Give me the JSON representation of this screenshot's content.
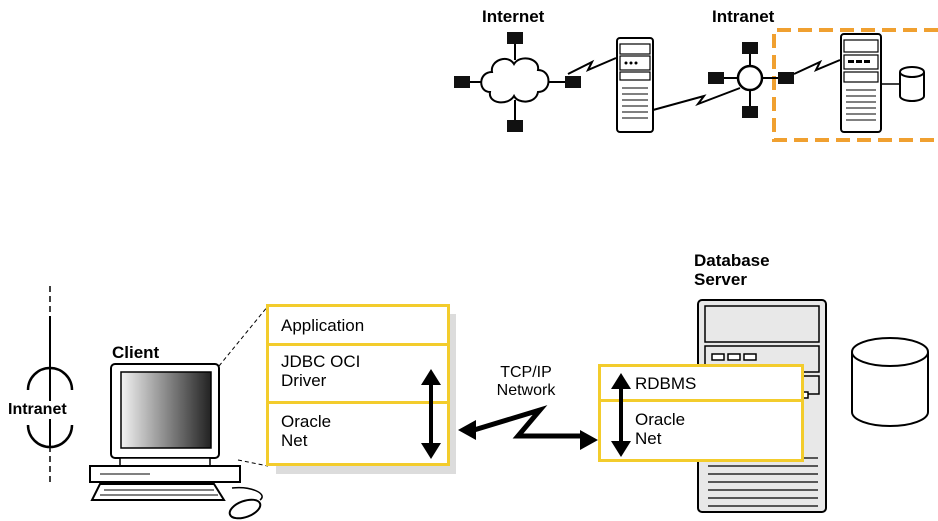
{
  "colors": {
    "box_border": "#f3cc2c",
    "highlight_dash": "#f0a030",
    "server_fill": "#e8e8e8",
    "shadow": "#dcdcdc"
  },
  "top": {
    "internet_label": "Internet",
    "intranet_label": "Intranet"
  },
  "client": {
    "label": "Client",
    "intranet_label": "Intranet",
    "stack": [
      "Application",
      "JDBC OCI\nDriver",
      "Oracle\nNet"
    ]
  },
  "network": {
    "label_line1": "TCP/IP",
    "label_line2": "Network"
  },
  "server": {
    "label_line1": "Database",
    "label_line2": "Server",
    "stack": [
      "RDBMS",
      "Oracle\nNet"
    ]
  }
}
